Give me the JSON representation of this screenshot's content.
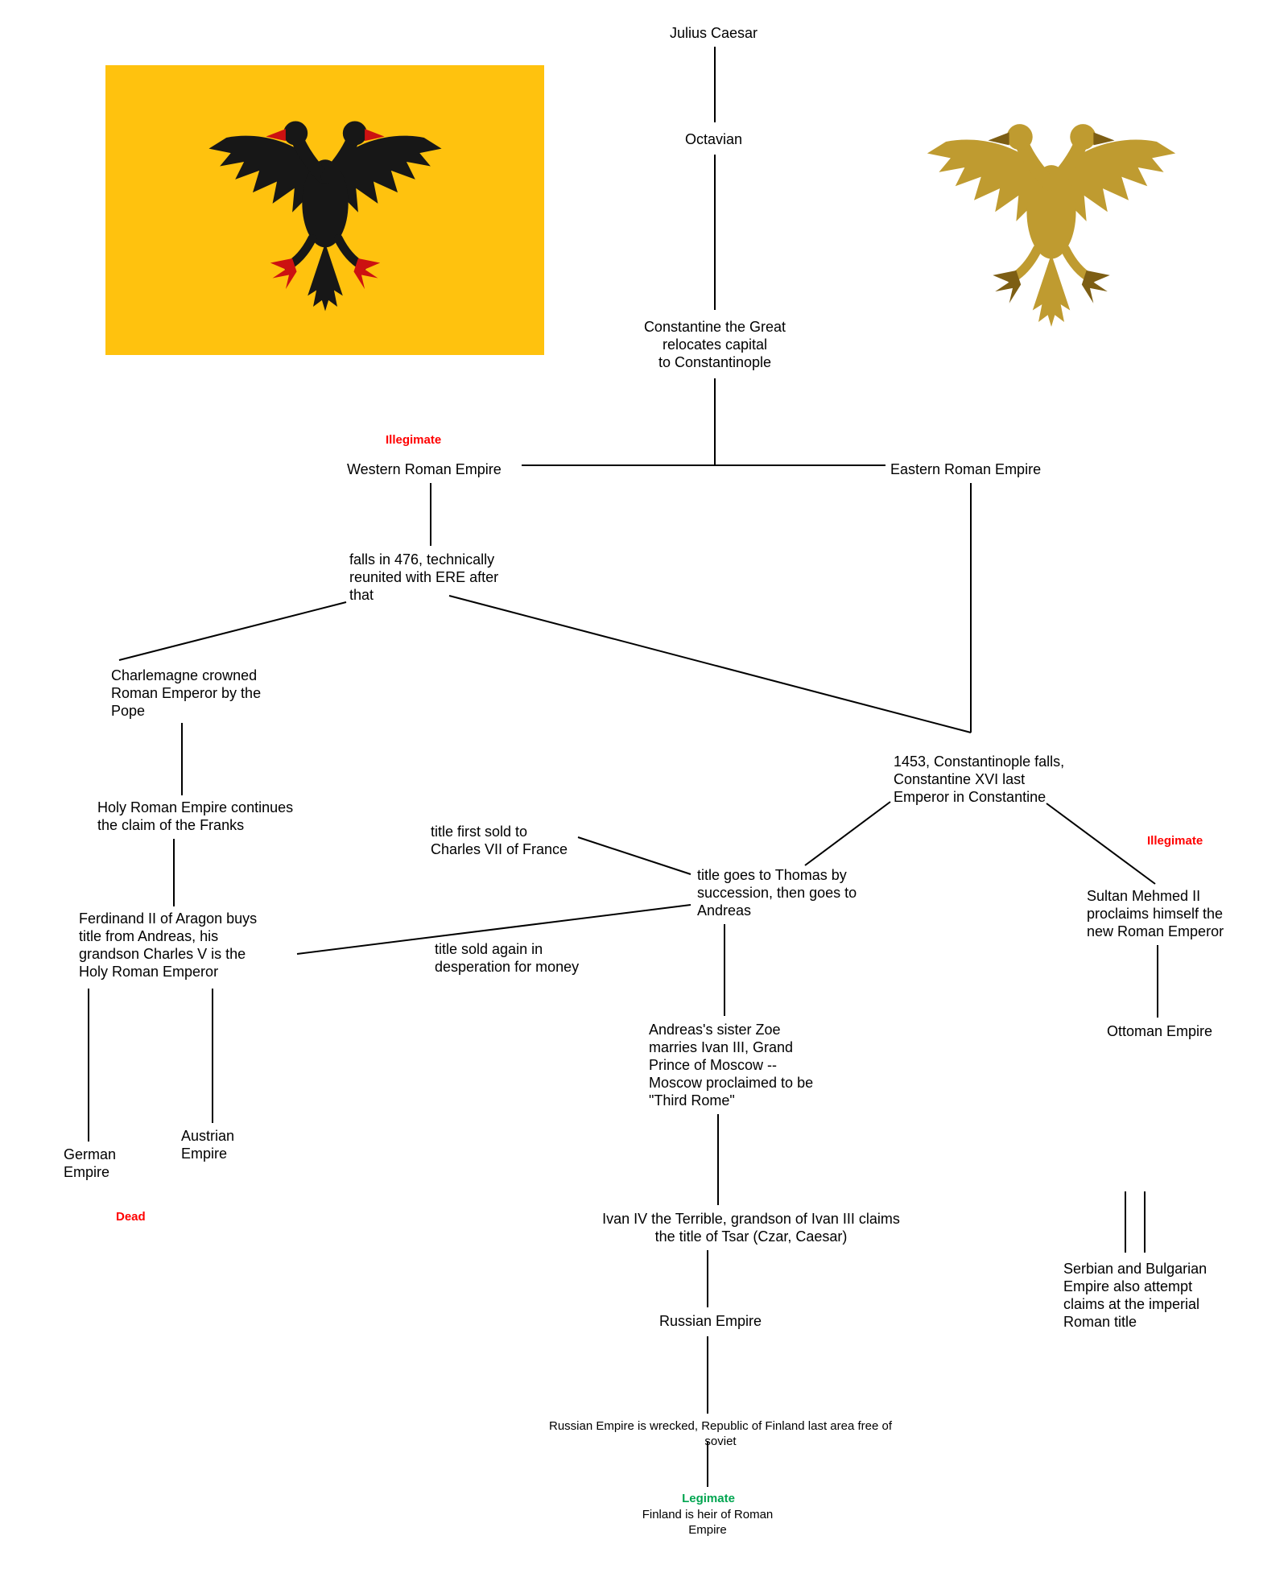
{
  "colors": {
    "label_red": "#ff0000",
    "label_green": "#00a550",
    "flag_gold": "#ffc20e",
    "eagle_black": "#171717",
    "eagle_red": "#cc1111",
    "byzantine_gold": "#bf9b30",
    "byzantine_dark": "#7d5e14",
    "edge": "#000000"
  },
  "icons": {
    "hre_eagle": "double-headed-eagle",
    "byzantine_eagle": "double-headed-eagle"
  },
  "nodes": {
    "julius_caesar": "Julius Caesar",
    "octavian": "Octavian",
    "constantine": "Constantine the Great\nrelocates capital\nto Constantinople",
    "western_roman_empire": "Western Roman Empire",
    "eastern_roman_empire": "Eastern Roman Empire",
    "falls_476": "falls in 476, technically\nreunited with ERE after\nthat",
    "charlemagne": "Charlemagne crowned\nRoman Emperor by the\nPope",
    "hre_franks": "Holy Roman Empire continues\nthe claim of the Franks",
    "ferdinand": "Ferdinand II of Aragon buys\ntitle from Andreas, his\ngrandson Charles V is the\nHoly Roman Emperor",
    "german_empire": "German\nEmpire",
    "austrian_empire": "Austrian\nEmpire",
    "title_first_sold": "title first sold to\nCharles VII of France",
    "thomas": "title goes to Thomas by\nsuccession, then goes to\nAndreas",
    "title_sold_again": "title sold again in\ndesperation for money",
    "fall_1453": "1453, Constantinople falls,\nConstantine XVI last\nEmperor in Constantine",
    "sultan": "Sultan Mehmed II\nproclaims himself the\nnew Roman Emperor",
    "ottoman_empire": "Ottoman Empire",
    "zoe": "Andreas's sister Zoe\nmarries Ivan III, Grand\nPrince of Moscow --\nMoscow proclaimed to be\n\"Third Rome\"",
    "ivan_iv": "Ivan IV the Terrible, grandson of Ivan III claims\nthe title of Tsar (Czar, Caesar)",
    "russian_empire": "Russian Empire",
    "wrecked": "Russian Empire is wrecked, Republic of Finland last area free of soviet",
    "finland": "Finland is heir of Roman Empire",
    "serbian_bulgarian": "Serbian and Bulgarian\nEmpire also attempt\nclaims at the imperial\nRoman title"
  },
  "labels": {
    "illegimate_west": "Illegimate",
    "illegimate_ottoman": "Illegimate",
    "dead": "Dead",
    "legimate": "Legimate"
  }
}
